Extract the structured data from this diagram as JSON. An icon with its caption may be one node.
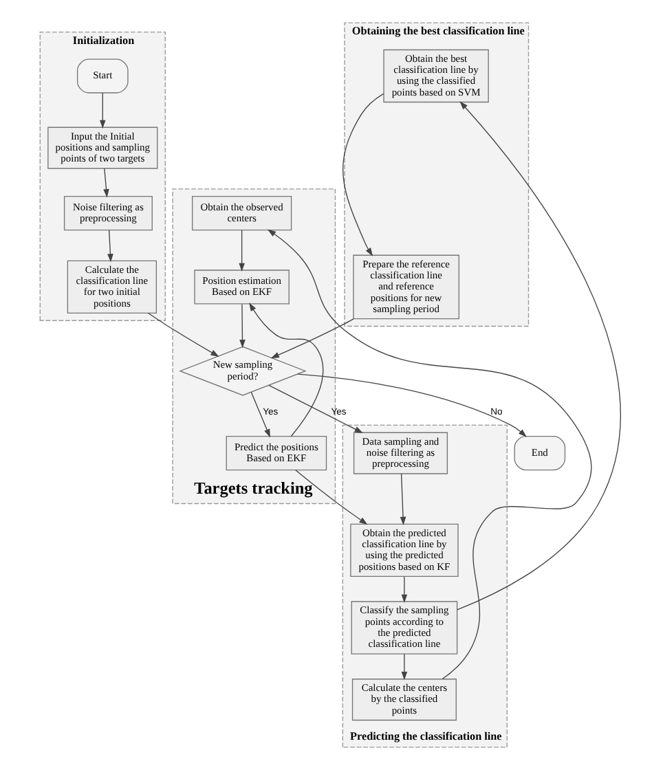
{
  "diagram": {
    "nodes": [
      {
        "text": [
          "Initialization"
        ]
      },
      {
        "text": [
          "Start"
        ],
        "in": 0
      },
      {
        "text": [
          "Input the Initial positions and sampling points of two targets"
        ],
        "in": 0
      },
      {
        "text": [
          "Noise filtering as preprocessing"
        ],
        "in": 0
      },
      {
        "text": [
          "Calculate the classification line for two initial positions"
        ],
        "in": 0
      },
      {
        "text": [
          "Obtaining the best classification line"
        ]
      },
      {
        "text": [
          "Prepare the reference classification line and reference positions for new sampling period"
        ],
        "in": 5
      },
      {
        "text": [
          "Obtain the best classification line by using the classified points based on SVM"
        ],
        "in": 5
      },
      {
        "text": [
          "Targets tracking"
        ]
      },
      {
        "text": [
          "Position estimation Based on EKF"
        ],
        "in": 8
      },
      {
        "text": [
          "Obtain the observed centers"
        ],
        "in": 8
      },
      {
        "text": [
          "Predict the positions Based on EKF"
        ],
        "in": 8
      },
      {
        "text": [
          "New sampling period?"
        ],
        "in": 8
      },
      {
        "text": [
          "Predicting the classification line"
        ]
      },
      {
        "text": [
          "Calculate the centers by the classified points"
        ],
        "in": 13
      },
      {
        "text": [
          "Classify the sampling points according to the predicted classification line"
        ],
        "in": 13
      },
      {
        "text": [
          "Obtain the predicted classification line by using the predicted positions based on KF"
        ],
        "in": 13
      },
      {
        "text": [
          "Data sampling and noise filtering as preprocessing"
        ],
        "in": 13
      },
      {
        "text": [
          "End"
        ]
      }
    ],
    "edges": [
      {
        "from": 1,
        "to": 2,
        "arrow": "to"
      },
      {
        "from": 2,
        "to": 3,
        "arrow": "to"
      },
      {
        "from": 3,
        "to": 4,
        "arrow": "to"
      },
      {
        "from": 4,
        "to": 12,
        "arrow": "to"
      },
      {
        "from": 6,
        "to": 12,
        "arrow": "to"
      },
      {
        "from": 9,
        "to": 12,
        "arrow": "to"
      },
      {
        "from": 12,
        "to": 11,
        "label": "Yes",
        "arrow": "to"
      },
      {
        "from": 12,
        "to": 17,
        "label": "Yes",
        "arrow": "to"
      },
      {
        "from": 12,
        "to": 18,
        "label": "No",
        "arrow": "to"
      },
      {
        "from": 11,
        "to": 9,
        "arrow": "to"
      },
      {
        "from": 11,
        "to": 16,
        "arrow": "to"
      },
      {
        "from": 17,
        "to": 16,
        "arrow": "to"
      },
      {
        "from": 16,
        "to": 15,
        "arrow": "to"
      },
      {
        "from": 15,
        "to": 14,
        "arrow": "to"
      },
      {
        "from": 14,
        "to": 10,
        "arrow": "to"
      },
      {
        "from": 10,
        "to": 9,
        "arrow": "to"
      },
      {
        "from": 15,
        "to": 7,
        "arrow": "to"
      },
      {
        "from": 7,
        "to": 6,
        "arrow": "to"
      }
    ]
  }
}
